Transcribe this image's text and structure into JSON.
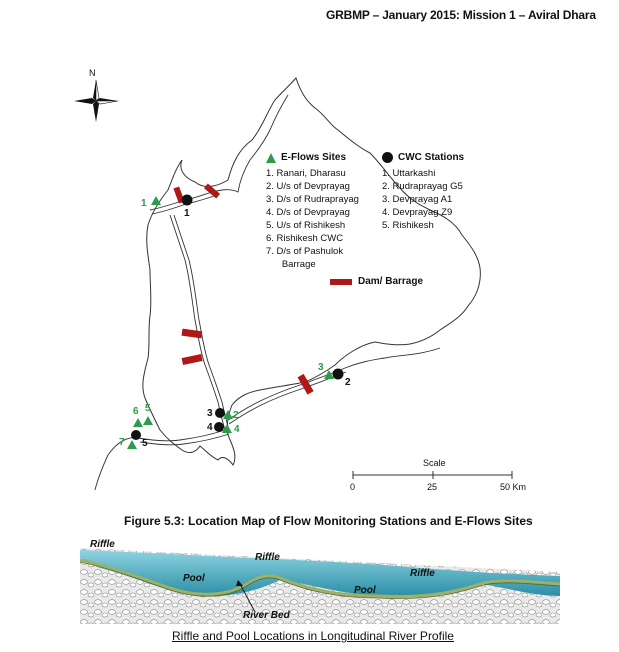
{
  "header": {
    "text": "GRBMP – January 2015: Mission 1 – Aviral Dhara"
  },
  "compass": {
    "north_label": "N"
  },
  "legend": {
    "eflows_title": "E-Flows Sites",
    "eflows_items": [
      "1.  Ranari, Dharasu",
      "2.  U/s of Devprayag",
      "3.  D/s of Rudraprayag",
      "4.  D/s of Devprayag",
      "5.  U/s of Rishikesh",
      "6.  Rishikesh CWC",
      "7.  D/s of Pashulok",
      "      Barrage"
    ],
    "cwc_title": "CWC Stations",
    "cwc_items": [
      "1.  Uttarkashi",
      "2.  Rudraprayag G5",
      "3.  Devprayag A1",
      "4.  Devprayag Z9",
      "5.  Rishikesh"
    ],
    "dam_label": "Dam/ Barrage",
    "colors": {
      "eflows": "#2a9d4a",
      "cwc": "#111111",
      "dam": "#b01818"
    }
  },
  "map_labels": {
    "green": [
      {
        "id": "g1",
        "text": "1"
      },
      {
        "id": "g2",
        "text": "2"
      },
      {
        "id": "g3",
        "text": "3"
      },
      {
        "id": "g4",
        "text": "4"
      },
      {
        "id": "g5",
        "text": "5"
      },
      {
        "id": "g6",
        "text": "6"
      },
      {
        "id": "g7",
        "text": "7"
      }
    ],
    "black": [
      {
        "id": "b1",
        "text": "1"
      },
      {
        "id": "b2",
        "text": "2"
      },
      {
        "id": "b3",
        "text": "3"
      },
      {
        "id": "b4",
        "text": "4"
      },
      {
        "id": "b5",
        "text": "5"
      }
    ]
  },
  "scale": {
    "title": "Scale",
    "ticks": [
      "0",
      "25",
      "50 Km"
    ]
  },
  "figure_caption": "Figure 5.3:  Location Map of Flow Monitoring Stations and E-Flows Sites",
  "profile": {
    "labels": {
      "riffle_left": "Riffle",
      "riffle_mid": "Riffle",
      "riffle_right": "Riffle",
      "pool_left": "Pool",
      "pool_right": "Pool",
      "river_bed": "River Bed"
    },
    "caption": "Riffle and Pool Locations in Longitudinal River Profile"
  }
}
